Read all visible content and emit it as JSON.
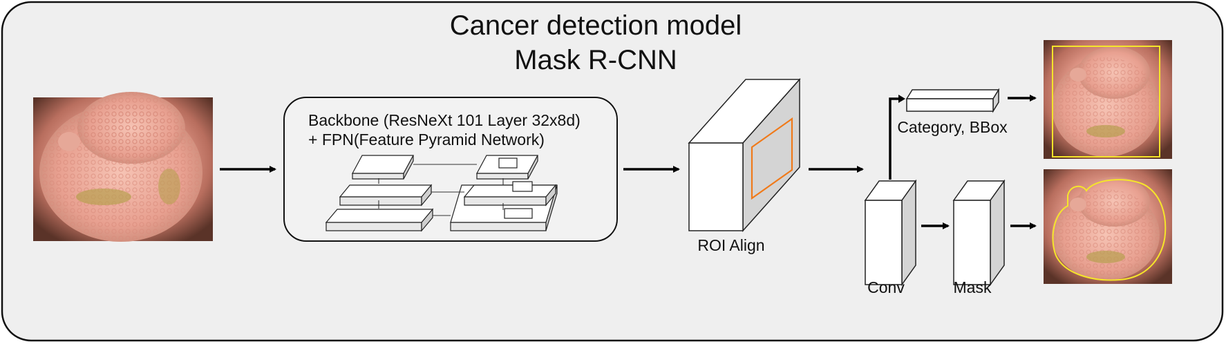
{
  "title": {
    "line1": "Cancer detection model",
    "line2": "Mask R-CNN"
  },
  "backbone": {
    "line1": "Backbone (ResNeXt 101 Layer 32x8d)",
    "line2": "+ FPN(Feature Pyramid Network)"
  },
  "roi_align_label": "ROI Align",
  "head": {
    "category_bbox_label": "Category, BBox",
    "conv_label": "Conv",
    "mask_label": "Mask"
  },
  "colors": {
    "panel_background": "#efefef",
    "roi_highlight": "#f07a1a",
    "detection_outline": "#f5e52a",
    "block_side": "#d0d0d0"
  }
}
